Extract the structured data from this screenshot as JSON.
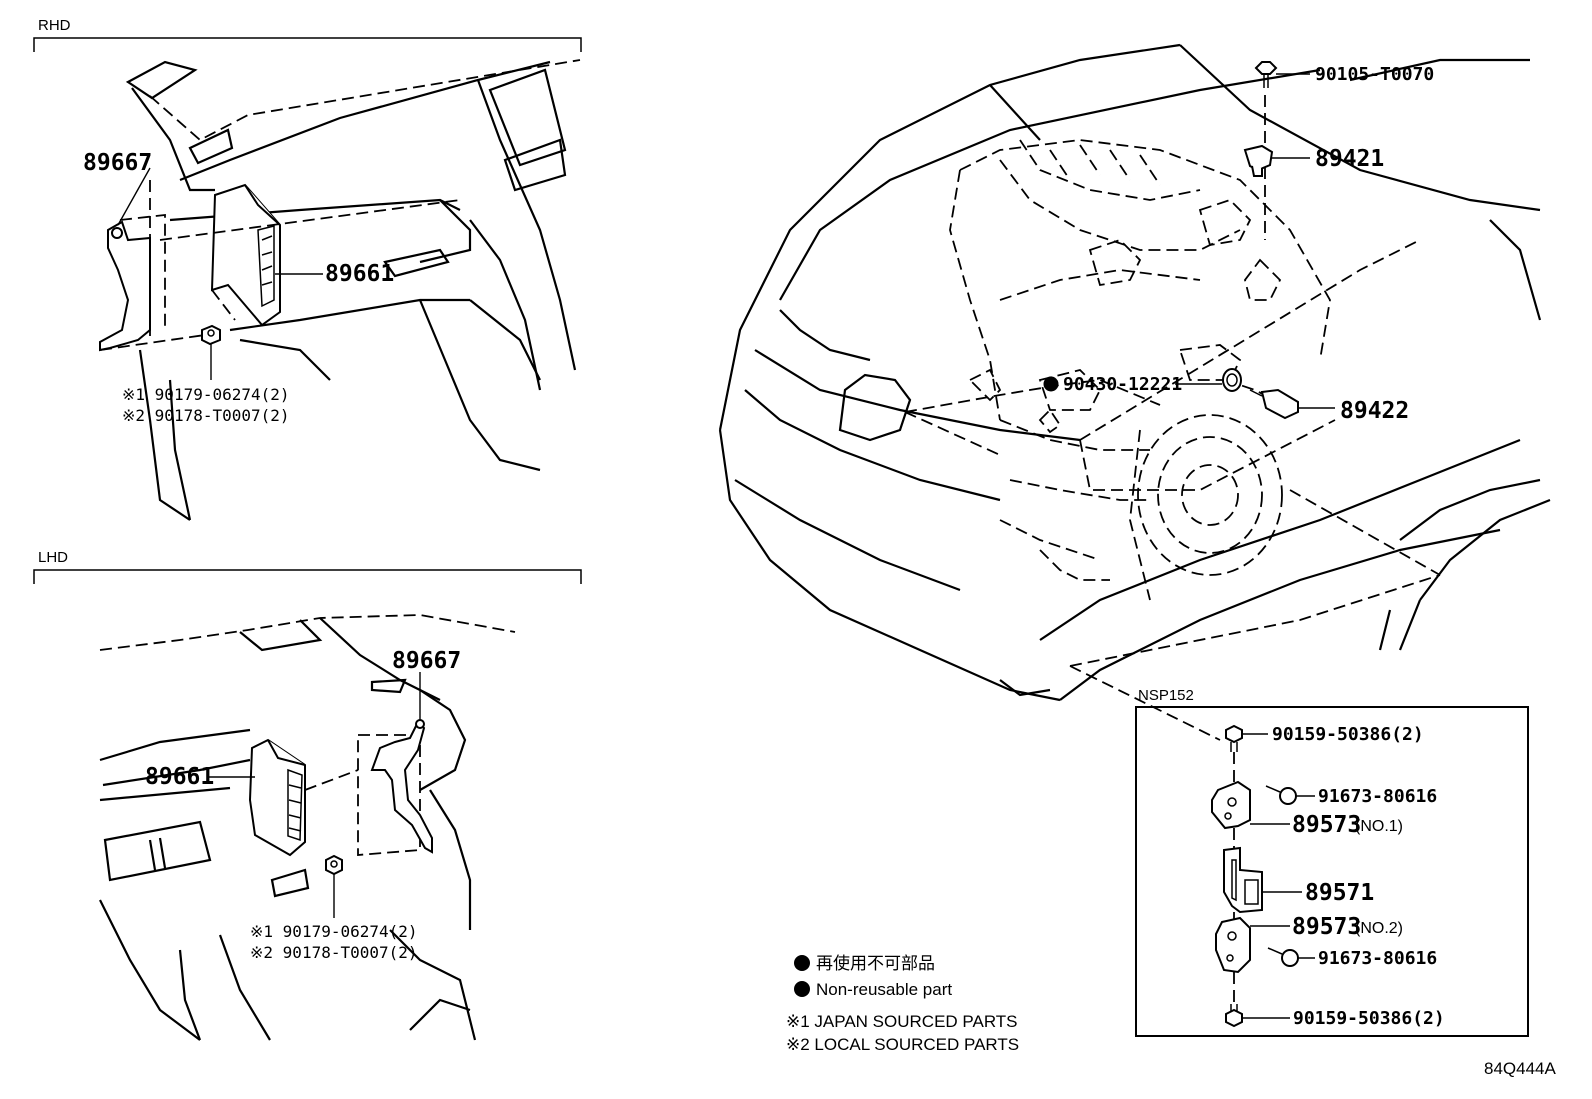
{
  "sections": {
    "rhd": "RHD",
    "lhd": "LHD",
    "nsp": "NSP152"
  },
  "rhd_parts": {
    "bracket": "89667",
    "ecu": "89661",
    "note1": "※1 90179-06274(2)",
    "note2": "※2 90178-T0007(2)"
  },
  "lhd_parts": {
    "bracket": "89667",
    "ecu": "89661",
    "note1": "※1 90179-06274(2)",
    "note2": "※2 90178-T0007(2)"
  },
  "engine_parts": {
    "screw": "90105-T0070",
    "sensor_top": "89421",
    "gasket_marker": "●",
    "gasket": "90430-12221",
    "sensor_side": "89422"
  },
  "nsp_parts": {
    "bolt_top": "90159-50386(2)",
    "nut_1": "91673-80616",
    "bracket_1": "89573",
    "bracket_1_note": "(NO.1)",
    "sensor": "89571",
    "bracket_2": "89573",
    "bracket_2_note": "(NO.2)",
    "nut_2": "91673-80616",
    "bolt_bottom": "90159-50386(2)"
  },
  "legend": {
    "marker": "●",
    "nonreusable_jp": "再使用不可部品",
    "nonreusable_en": "Non-reusable part",
    "japan_sourced": "※1 JAPAN SOURCED PARTS",
    "local_sourced": "※2 LOCAL SOURCED PARTS"
  },
  "illustration_code": "84Q444A"
}
